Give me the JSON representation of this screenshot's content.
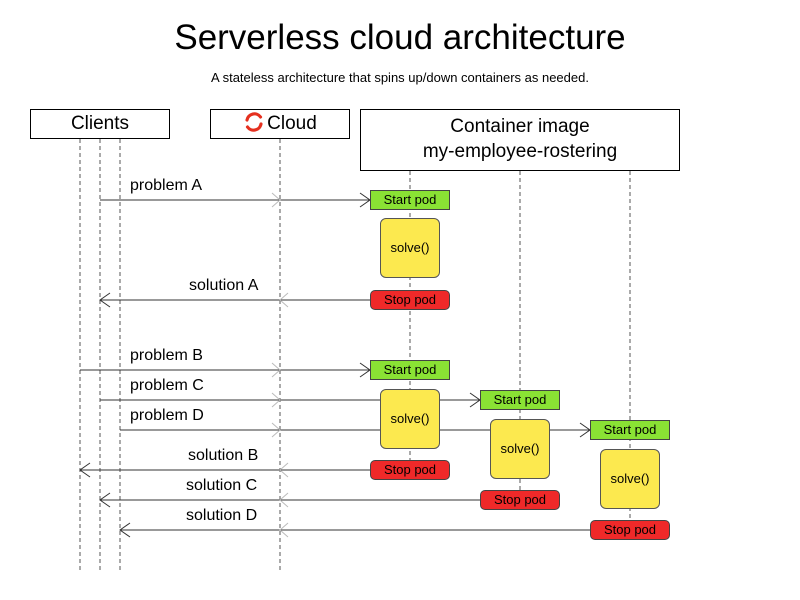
{
  "title": "Serverless cloud architecture",
  "subtitle": "A stateless architecture that spins up/down containers as needed.",
  "headers": {
    "clients": "Clients",
    "cloud": "Cloud",
    "image_line1": "Container image",
    "image_line2": "my-employee-rostering"
  },
  "messages": {
    "problem_a": "problem A",
    "solution_a": "solution A",
    "problem_b": "problem B",
    "problem_c": "problem C",
    "problem_d": "problem D",
    "solution_b": "solution B",
    "solution_c": "solution C",
    "solution_d": "solution D"
  },
  "pods": {
    "start_label": "Start pod",
    "stop_label": "Stop pod",
    "solve_label": "solve()"
  },
  "colors": {
    "start_pod": "#8ae234",
    "stop_pod": "#ef2929",
    "solve_box": "#fce94f",
    "cloud_icon": "#e5301f",
    "lifeline": "#555555",
    "cloud_lifeline_arrow": "#bbbbbb"
  }
}
